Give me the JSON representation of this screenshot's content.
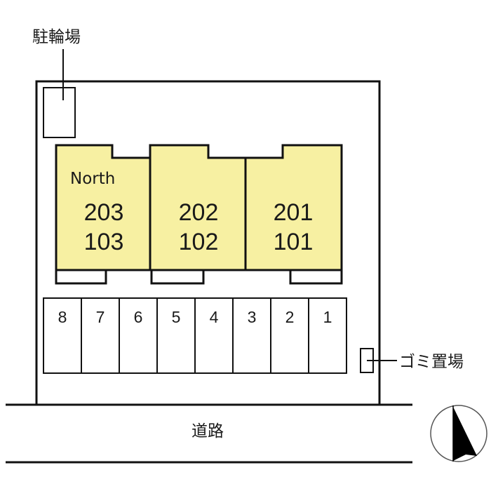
{
  "labels": {
    "bicycle_parking": "駐輪場",
    "garbage_area": "ゴミ置場",
    "road": "道路",
    "north": "North"
  },
  "buildings": [
    {
      "upper": "203",
      "lower": "103"
    },
    {
      "upper": "202",
      "lower": "102"
    },
    {
      "upper": "201",
      "lower": "101"
    }
  ],
  "parking_spaces": [
    "8",
    "7",
    "6",
    "5",
    "4",
    "3",
    "2",
    "1"
  ],
  "colors": {
    "building_fill": "#f7f0a2",
    "line": "#111111"
  },
  "compass": {
    "icon": "north-arrow-icon"
  }
}
